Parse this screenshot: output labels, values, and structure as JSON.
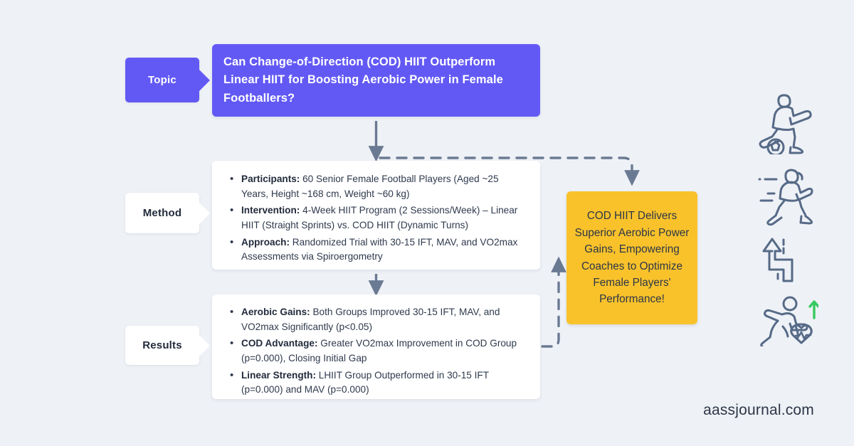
{
  "theme": {
    "background": "#eef1f6",
    "accent_purple": "#6259f5",
    "accent_yellow": "#f9c22b",
    "card_white": "#ffffff",
    "text_dark": "#2c3647",
    "connector_gray": "#6b7a93",
    "icon_blue_gray": "#566a87",
    "arrow_green": "#36c95f"
  },
  "topic": {
    "tag_label": "Topic",
    "title": "Can Change-of-Direction (COD) HIIT Outperform Linear HIIT for Boosting Aerobic Power in Female Footballers?"
  },
  "method": {
    "tag_label": "Method",
    "bullets": [
      {
        "lead": "Participants:",
        "text": " 60 Senior Female Football Players (Aged ~25 Years, Height ~168 cm, Weight ~60 kg)"
      },
      {
        "lead": "Intervention:",
        "text": " 4-Week HIIT Program (2 Sessions/Week) – Linear HIIT (Straight Sprints) vs. COD HIIT (Dynamic Turns)"
      },
      {
        "lead": "Approach:",
        "text": " Randomized Trial with 30-15 IFT, MAV, and VO2max Assessments via Spiroergometry"
      }
    ]
  },
  "results": {
    "tag_label": "Results",
    "bullets": [
      {
        "lead": "Aerobic Gains:",
        "text": " Both Groups Improved 30-15 IFT, MAV, and VO2max Significantly (p<0.05)"
      },
      {
        "lead": "COD Advantage:",
        "text": " Greater VO2max Improvement in COD Group (p=0.000), Closing Initial Gap"
      },
      {
        "lead": "Linear Strength:",
        "text": " LHIIT Group Outperformed in 30-15 IFT (p=0.000) and MAV (p=0.000)"
      }
    ]
  },
  "conclusion": {
    "text": "COD HIIT Delivers Superior Aerobic Power Gains, Empowering Coaches to Optimize Female Players' Performance!"
  },
  "icons": [
    {
      "name": "footballer-kicking-ball-icon"
    },
    {
      "name": "running-woman-speed-lines-icon"
    },
    {
      "name": "change-of-direction-zigzag-arrow-icon"
    },
    {
      "name": "runner-heart-rate-up-arrow-icon"
    }
  ],
  "footer": {
    "site": "aassjournal.com"
  }
}
